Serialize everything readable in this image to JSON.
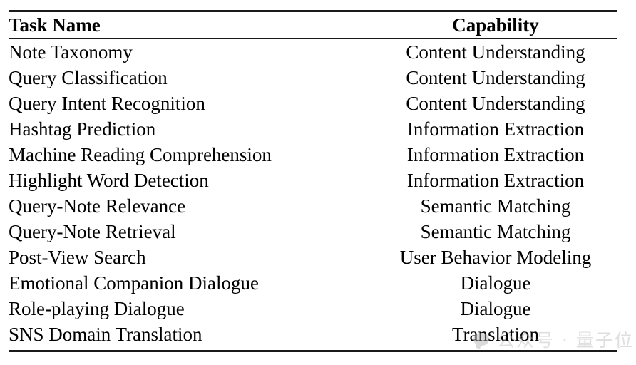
{
  "figure": {
    "kind": "two-column-booktabs-table",
    "background_color": "#ffffff",
    "rule_color": "#1a1a1a"
  },
  "table": {
    "columns": [
      {
        "key": "task_name",
        "header": "Task Name",
        "align": "left"
      },
      {
        "key": "capability",
        "header": "Capability",
        "align": "center"
      }
    ],
    "rows": [
      {
        "task_name": "Note Taxonomy",
        "capability": "Content Understanding"
      },
      {
        "task_name": "Query Classification",
        "capability": "Content Understanding"
      },
      {
        "task_name": "Query Intent Recognition",
        "capability": "Content Understanding"
      },
      {
        "task_name": "Hashtag Prediction",
        "capability": "Information Extraction"
      },
      {
        "task_name": "Machine Reading Comprehension",
        "capability": "Information Extraction"
      },
      {
        "task_name": "Highlight Word Detection",
        "capability": "Information Extraction"
      },
      {
        "task_name": "Query-Note Relevance",
        "capability": "Semantic Matching"
      },
      {
        "task_name": "Query-Note Retrieval",
        "capability": "Semantic Matching"
      },
      {
        "task_name": "Post-View Search",
        "capability": "User Behavior Modeling"
      },
      {
        "task_name": "Emotional Companion Dialogue",
        "capability": "Dialogue"
      },
      {
        "task_name": "Role-playing Dialogue",
        "capability": "Dialogue"
      },
      {
        "task_name": "SNS Domain Translation",
        "capability": "Translation"
      }
    ]
  },
  "watermark": {
    "icon": "speech-bubble-logo-icon",
    "text": "公众号 · 量子位",
    "color": "#b4b4b4"
  }
}
